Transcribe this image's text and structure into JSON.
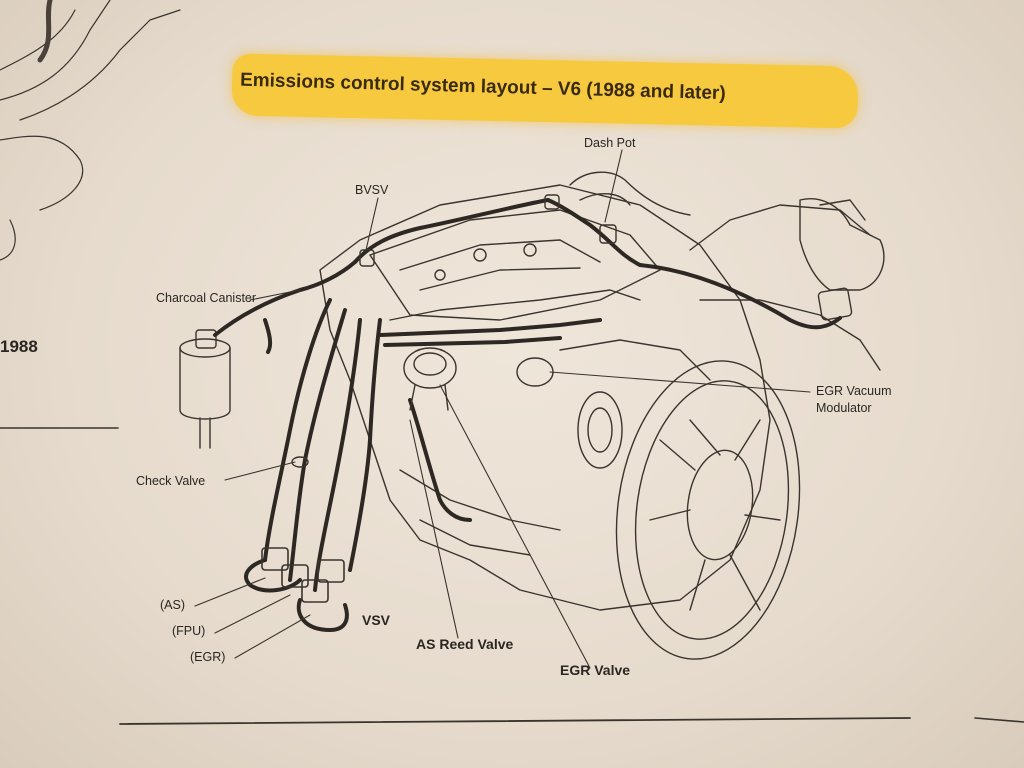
{
  "title": "Emissions control system layout – V6 (1988 and later)",
  "margin_text": "1988",
  "labels": {
    "dash_pot": "Dash Pot",
    "bvsv": "BVSV",
    "charcoal_canister": "Charcoal Canister",
    "egr_vacuum_modulator_line1": "EGR Vacuum",
    "egr_vacuum_modulator_line2": "Modulator",
    "check_valve": "Check Valve",
    "as": "(AS)",
    "fpu": "(FPU)",
    "egr": "(EGR)",
    "vsv": "VSV",
    "as_reed_valve": "AS Reed Valve",
    "egr_valve": "EGR Valve"
  },
  "colors": {
    "highlight": "#f6c93f",
    "ink": "#2a2622"
  }
}
